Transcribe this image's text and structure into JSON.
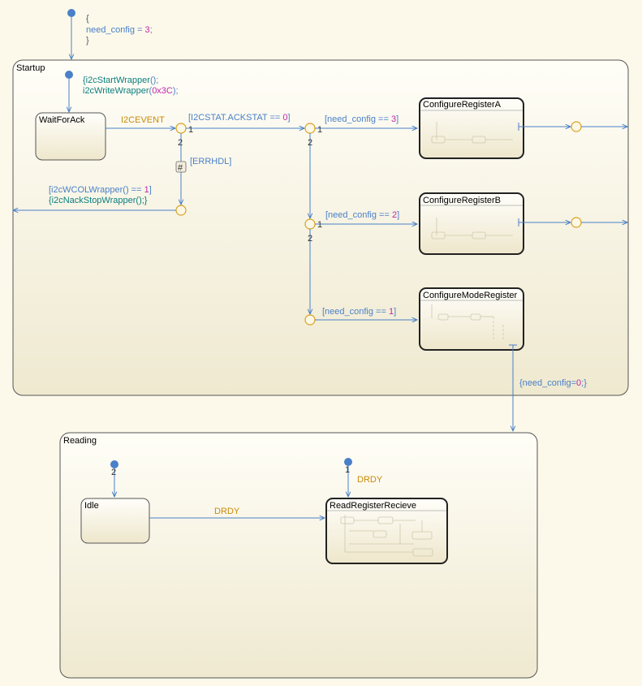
{
  "top_action": {
    "open": "{",
    "stmt": "need_config = ",
    "val": "3",
    "semi": ";",
    "close": "}"
  },
  "startup": {
    "title": "Startup",
    "entry_action_1": "{i2cStartWrapper",
    "entry_action_1_parens": "();",
    "entry_action_2": "i2cWriteWrapper",
    "entry_action_2_open": "(",
    "entry_action_2_arg": "0x3C",
    "entry_action_2_close": ");",
    "waitforack": "WaitForAck",
    "event": "I2CEVENT",
    "ackstat": "[I2CSTAT.ACKSTAT == ",
    "ackstat_val": "0",
    "ackstat_close": "]",
    "errhdl": "[ERRHDL]",
    "wcol_1": "[i2cWCOLWrapper() == ",
    "wcol_val": "1",
    "wcol_close": "]",
    "wcol_2": "{i2cNackStopWrapper();}",
    "cond_a": "[need_config == ",
    "cond_a_val": "3",
    "cond_b": "[need_config == ",
    "cond_b_val": "2",
    "cond_c": "[need_config == ",
    "cond_c_val": "1",
    "close_bracket": "]",
    "state_a": "ConfigureRegisterA",
    "state_b": "ConfigureRegisterB",
    "state_c": "ConfigureModeRegister",
    "exit_action_open": "{need_config=",
    "exit_action_val": "0",
    "exit_action_close": ";}",
    "one": "1",
    "two": "2",
    "hash": "#"
  },
  "reading": {
    "title": "Reading",
    "idle": "Idle",
    "state_r": "ReadRegisterRecieve",
    "drdy_1": "DRDY",
    "drdy_2": "DRDY",
    "order_1": "1",
    "order_2": "2"
  },
  "colors": {
    "background": "#fdf9ea",
    "state_fill": "#f6f1dc",
    "transition": "#4a80c8",
    "junction": "#d9a020",
    "action": "#0a7d7d",
    "number": "#c026a8",
    "event": "#c88a0a"
  }
}
